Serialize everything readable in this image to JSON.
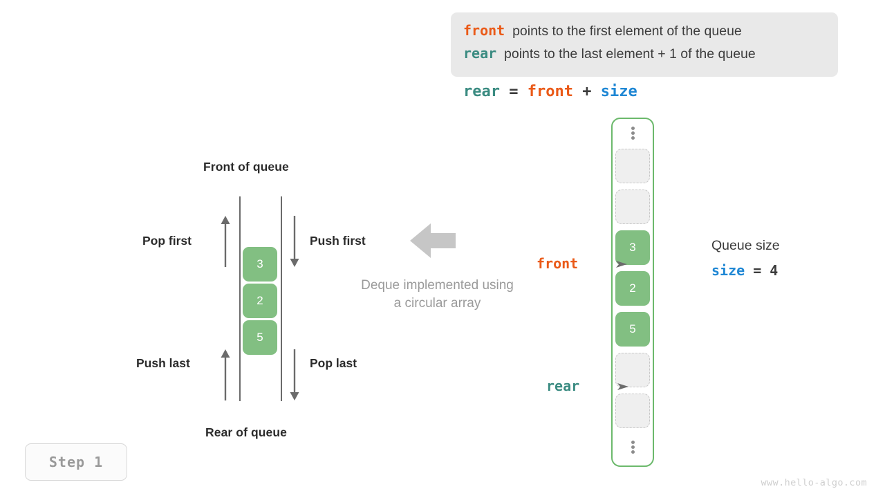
{
  "info_box": {
    "lines": [
      {
        "keyword": "front",
        "keyword_color": "#ea5a18",
        "description": "points to the first element of the queue"
      },
      {
        "keyword": "rear",
        "keyword_color": "#3a8b81",
        "description": "points to the last element + 1 of the queue"
      }
    ]
  },
  "formula": {
    "lhs": "rear",
    "eq": " = ",
    "rhs1": "front",
    "plus": " + ",
    "rhs2": "size"
  },
  "deque_diagram": {
    "front_label": "Front of queue",
    "rear_label": "Rear of queue",
    "operations": {
      "pop_first": "Pop first",
      "push_first": "Push first",
      "push_last": "Push last",
      "pop_last": "Pop last"
    },
    "cells": [
      "3",
      "2",
      "5"
    ],
    "caption_line1": "Deque implemented using",
    "caption_line2": "a circular array"
  },
  "array": {
    "cells": [
      {
        "value": "",
        "state": "empty"
      },
      {
        "value": "",
        "state": "empty"
      },
      {
        "value": "3",
        "state": "filled"
      },
      {
        "value": "2",
        "state": "filled"
      },
      {
        "value": "5",
        "state": "filled"
      },
      {
        "value": "",
        "state": "empty"
      },
      {
        "value": "",
        "state": "empty"
      }
    ],
    "pointers": {
      "front": "front",
      "rear": "rear"
    }
  },
  "queue_size": {
    "title": "Queue size",
    "var": "size",
    "eq": " = ",
    "value": "4"
  },
  "step_badge": "Step 1",
  "watermark": "www.hello-algo.com",
  "colors": {
    "green_fill": "#82bf82",
    "green_border": "#6cb96c",
    "orange": "#ea5a18",
    "teal": "#3a8b81",
    "blue": "#1f87d4",
    "gray_arrow": "#c6c6c6",
    "info_bg": "#e9e9e9"
  }
}
